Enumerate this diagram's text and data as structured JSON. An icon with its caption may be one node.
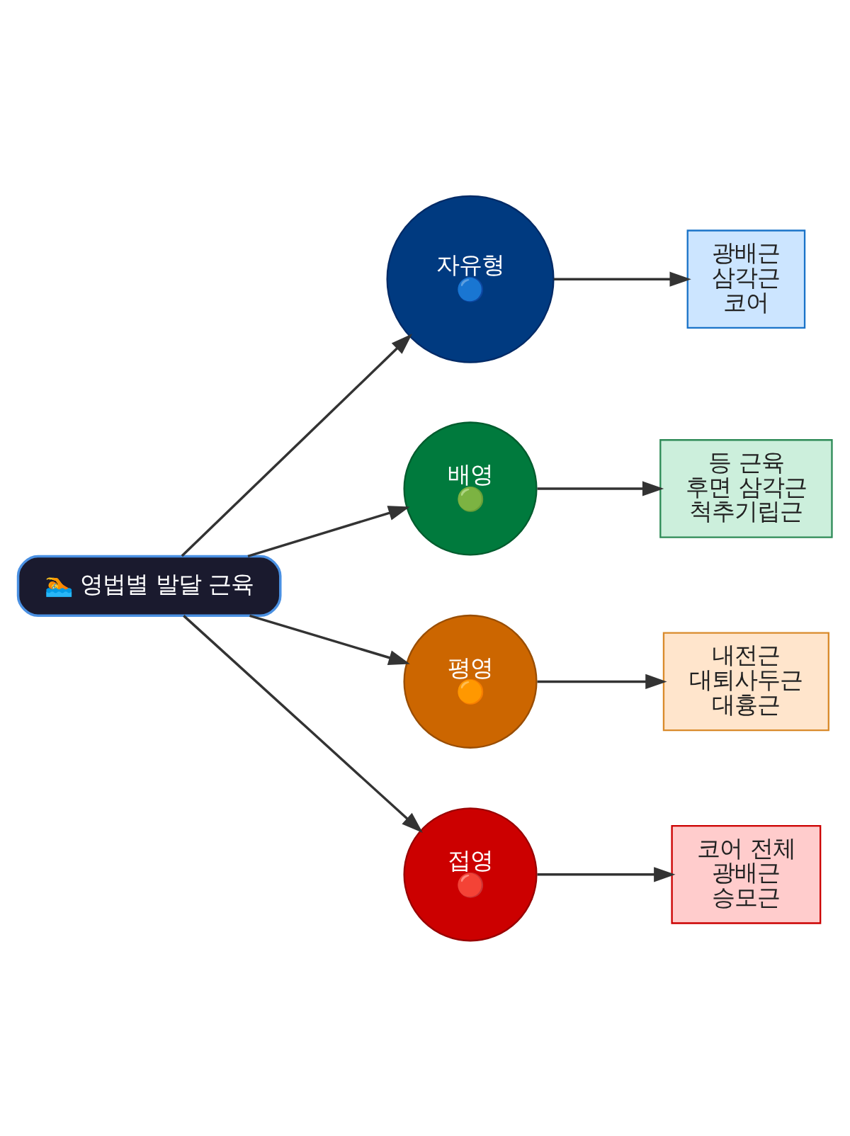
{
  "diagram": {
    "nodes": [
      {
        "text": [
          "🏊 영법별 발달 근육"
        ]
      },
      {
        "text": [
          "자유형",
          "🔵"
        ]
      },
      {
        "text": [
          "광배근",
          "삼각근",
          "코어"
        ]
      },
      {
        "text": [
          "배영",
          "🟢"
        ]
      },
      {
        "text": [
          "등 근육",
          "후면 삼각근",
          "척추기립근"
        ]
      },
      {
        "text": [
          "평영",
          "🟠"
        ]
      },
      {
        "text": [
          "내전근",
          "대퇴사두근",
          "대흉근"
        ]
      },
      {
        "text": [
          "접영",
          "🔴"
        ]
      },
      {
        "text": [
          "코어 전체",
          "광배근",
          "승모근"
        ]
      }
    ],
    "edges": [
      {
        "from": 0,
        "to": 1,
        "arrow": "to"
      },
      {
        "from": 0,
        "to": 3,
        "arrow": "to"
      },
      {
        "from": 0,
        "to": 5,
        "arrow": "to"
      },
      {
        "from": 0,
        "to": 7,
        "arrow": "to"
      },
      {
        "from": 1,
        "to": 2,
        "arrow": "to"
      },
      {
        "from": 3,
        "to": 4,
        "arrow": "to"
      },
      {
        "from": 5,
        "to": 6,
        "arrow": "to"
      },
      {
        "from": 7,
        "to": 8,
        "arrow": "to"
      }
    ]
  }
}
